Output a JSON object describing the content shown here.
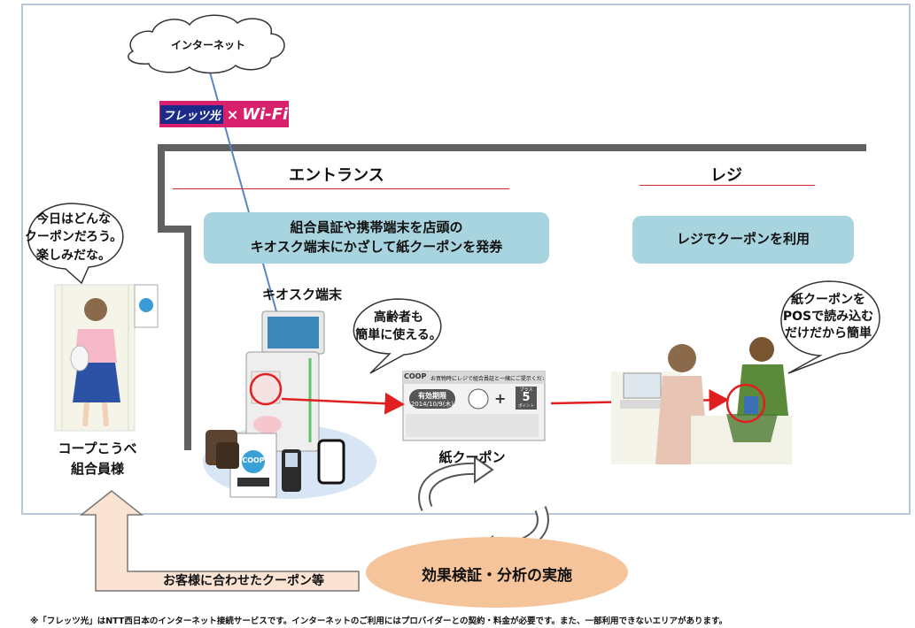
{
  "cloud_label": "インターネット",
  "flets_badge": {
    "left": "フレッツ光",
    "mid": "×",
    "right": "Wi-Fi"
  },
  "zones": {
    "entrance": "エントランス",
    "register": "レジ"
  },
  "boxes": {
    "entrance_instruction": "組合員証や携帯端末を店頭の\nキオスク端末にかざして紙クーポンを発券",
    "register_instruction": "レジでクーポンを利用"
  },
  "bubbles": {
    "customer": "今日はどんな\nクーポンだろう。\n楽しみだな。",
    "kiosk": "高齢者も\n簡単に使える。",
    "cashier": "紙クーポンを\nPOSで読み込む\nだけだから簡単"
  },
  "labels": {
    "kiosk": "キオスク端末",
    "customer": "コープこうべ\n組合員様",
    "coupon": "紙クーポン"
  },
  "coupon_ticket": {
    "logo": "COOP",
    "header": "お買物時にレジで組合員証と一緒にご提示ください",
    "expiry_label": "有効期限",
    "expiry_date": "2014/10/9(木)",
    "points_label": "プラス",
    "points_value": "5",
    "points_unit": "ポイント"
  },
  "coop_logo": "COOP",
  "feedback": {
    "arrow_label": "お客様に合わせたクーポン等",
    "analysis": "効果検証・分析の実施"
  },
  "footnote": "※「フレッツ光」はNTT西日本のインターネット接続サービスです。インターネットのご利用にはプロバイダーとの契約・料金が必要です。また、一部利用できないエリアがあります。",
  "colors": {
    "instruction_box": "#a8d4df",
    "analysis_oval": "#f6c49b",
    "arrow_fill": "#fbe3d3",
    "flow_arrow": "#e02020",
    "wall": "#606060",
    "flets_bg": "#d8206c"
  }
}
